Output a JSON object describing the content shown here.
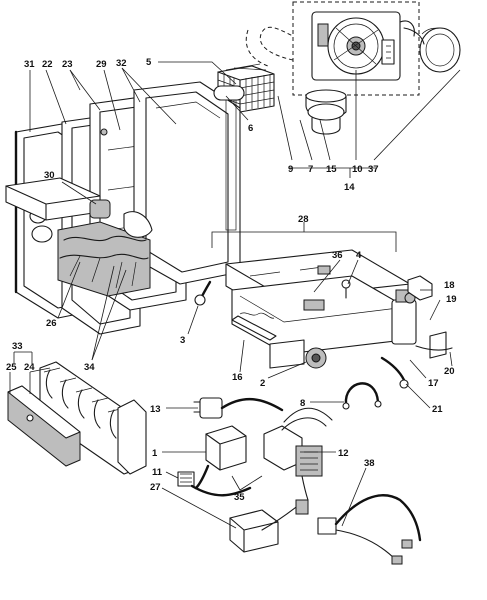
{
  "callouts": {
    "c1": "1",
    "c2": "2",
    "c3": "3",
    "c4": "4",
    "c5": "5",
    "c6": "6",
    "c7": "7",
    "c8": "8",
    "c9": "9",
    "c10": "10",
    "c11": "11",
    "c12": "12",
    "c13": "13",
    "c14": "14",
    "c15": "15",
    "c16": "16",
    "c17": "17",
    "c18": "18",
    "c19": "19",
    "c20": "20",
    "c21": "21",
    "c22": "22",
    "c23": "23",
    "c24": "24",
    "c25": "25",
    "c26": "26",
    "c27": "27",
    "c28": "28",
    "c29": "29",
    "c30": "30",
    "c31": "31",
    "c32": "32",
    "c33": "33",
    "c34": "34",
    "c35": "35",
    "c36": "36",
    "c37": "37",
    "c38": "38"
  }
}
